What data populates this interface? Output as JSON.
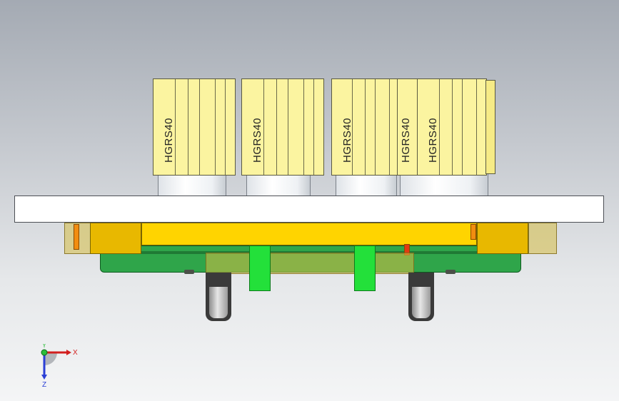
{
  "model": {
    "cylinder_label": "HGRS40",
    "cylinders": [
      {
        "label": "HGRS40"
      },
      {
        "label": "HGRS40"
      },
      {
        "label": "HGRS40"
      },
      {
        "label": "HGRS40"
      },
      {
        "label": "HGRS40"
      }
    ]
  },
  "triad": {
    "x_label": "X",
    "y_label": "Y",
    "z_label": "Z"
  },
  "colors": {
    "background_top": "#a4aab3",
    "background_bottom": "#f4f5f6",
    "cylinder": "#fbf4a0",
    "base_yellow": "#ffd400",
    "base_green": "#2fa54a",
    "plate": "#ffffff"
  }
}
